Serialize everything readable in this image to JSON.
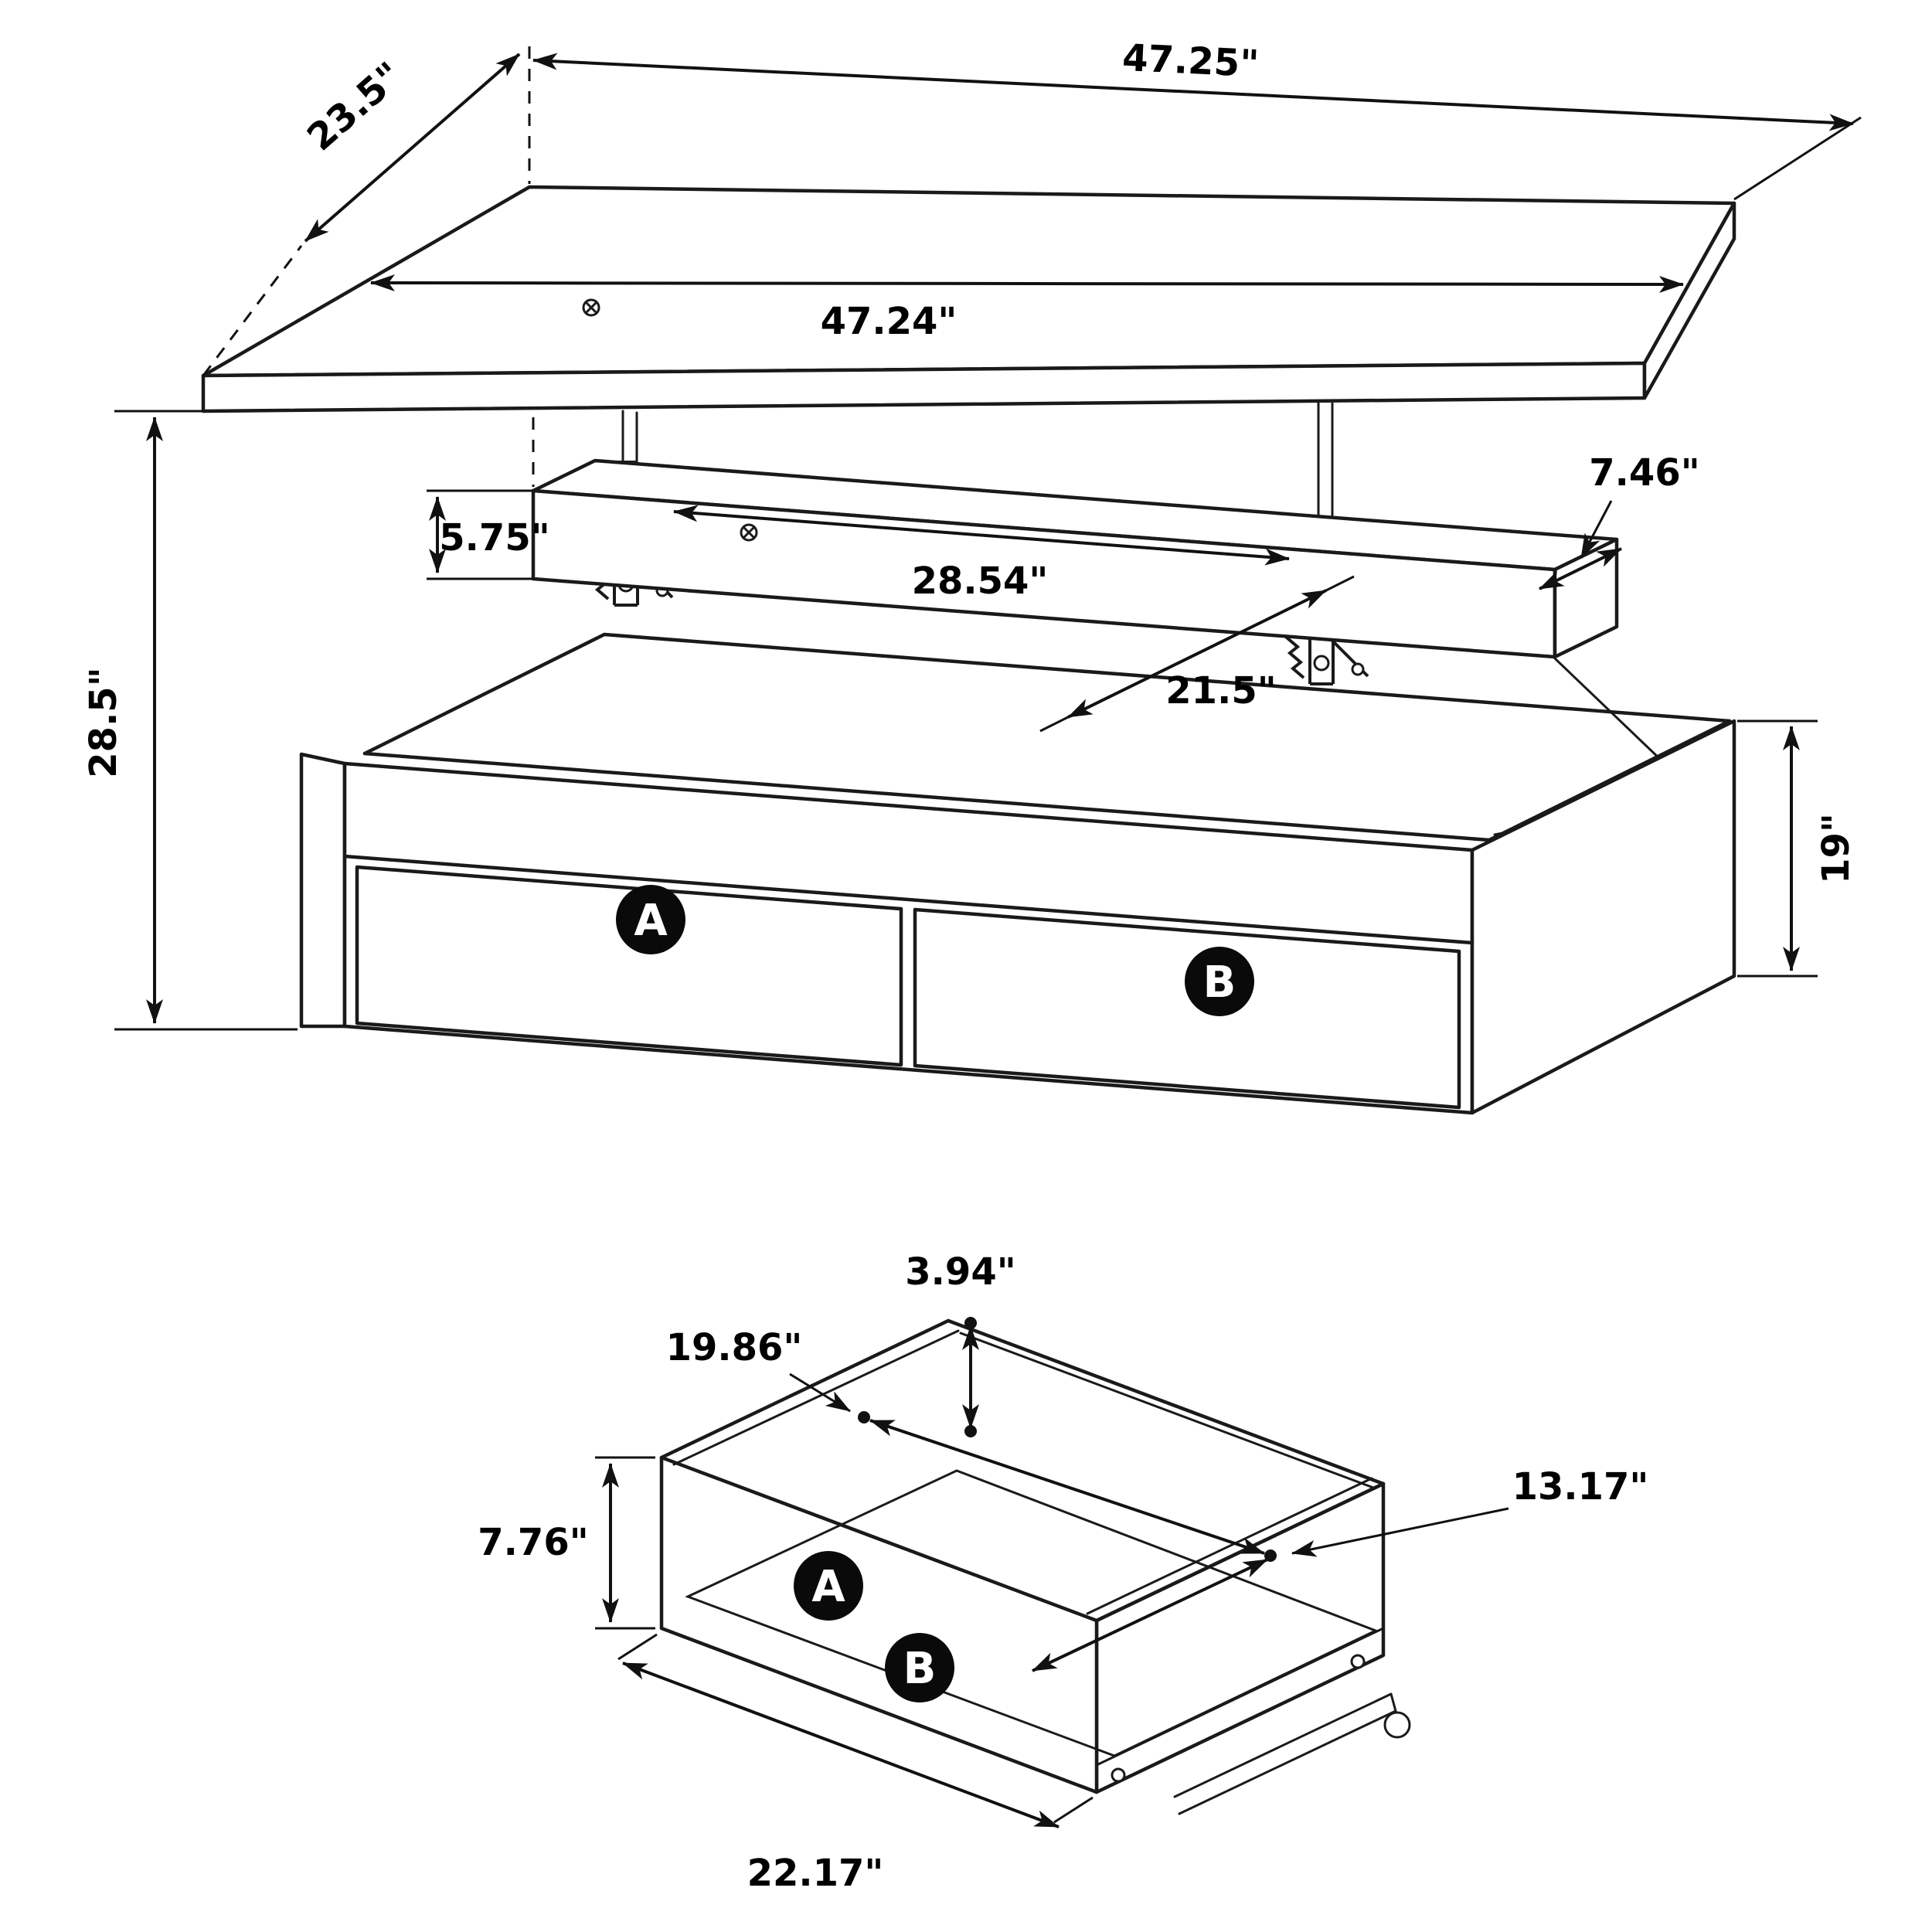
{
  "meta": {
    "title": "Lift-top storage coffee table dimension diagram"
  },
  "colors": {
    "line": "#1a1a1a",
    "background": "#ffffff",
    "badge": "#0a0a0a",
    "badge_text": "#ffffff"
  },
  "table_view": {
    "top_length": "47.25\"",
    "top_depth": "23.5\"",
    "top_surface_length": "47.24\"",
    "overall_height": "28.5\"",
    "lift_frame_height": "5.75\"",
    "lift_span": "28.54\"",
    "top_side_clearance": "7.46\"",
    "opening_depth": "21.5\"",
    "base_height": "19\"",
    "drawer_a": "A",
    "drawer_b": "B"
  },
  "drawer_view": {
    "back_panel_height": "3.94\"",
    "interior_width": "19.86\"",
    "interior_depth": "13.17\"",
    "front_height": "7.76\"",
    "front_width": "22.17\"",
    "drawer_a": "A",
    "drawer_b": "B"
  }
}
